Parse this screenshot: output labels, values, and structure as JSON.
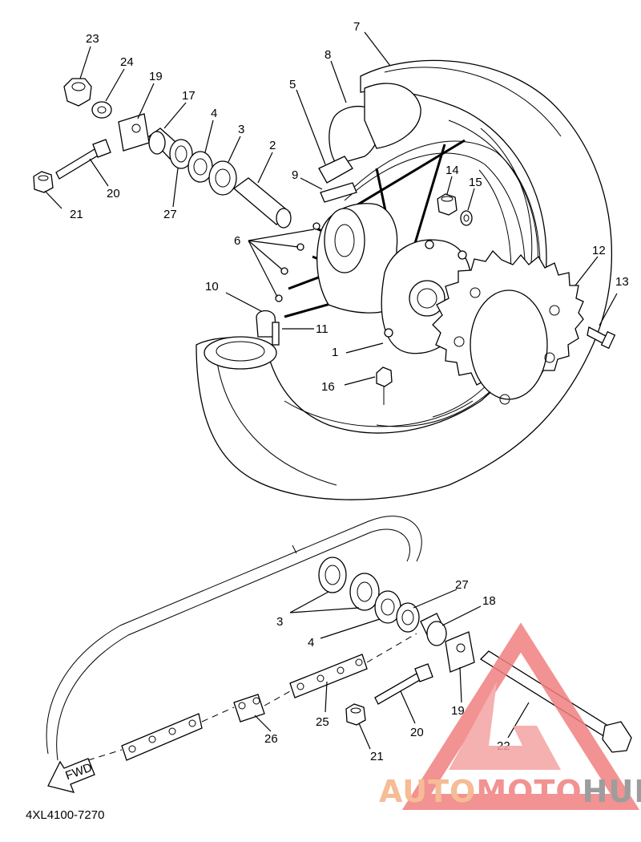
{
  "diagram_code": "4XL4100-7270",
  "fwd_label": "FWD",
  "watermark": {
    "part1": "AUTO",
    "part2": "MOTO",
    "part3": "HUB"
  },
  "callouts": [
    {
      "id": "c23",
      "text": "23"
    },
    {
      "id": "c24",
      "text": "24"
    },
    {
      "id": "c19a",
      "text": "19"
    },
    {
      "id": "c17",
      "text": "17"
    },
    {
      "id": "c4a",
      "text": "4"
    },
    {
      "id": "c3a",
      "text": "3"
    },
    {
      "id": "c2",
      "text": "2"
    },
    {
      "id": "c20a",
      "text": "20"
    },
    {
      "id": "c21a",
      "text": "21"
    },
    {
      "id": "c27a",
      "text": "27"
    },
    {
      "id": "c7",
      "text": "7"
    },
    {
      "id": "c8",
      "text": "8"
    },
    {
      "id": "c5",
      "text": "5"
    },
    {
      "id": "c9",
      "text": "9"
    },
    {
      "id": "c14",
      "text": "14"
    },
    {
      "id": "c15",
      "text": "15"
    },
    {
      "id": "c6",
      "text": "6"
    },
    {
      "id": "c12",
      "text": "12"
    },
    {
      "id": "c13",
      "text": "13"
    },
    {
      "id": "c10",
      "text": "10"
    },
    {
      "id": "c11",
      "text": "11"
    },
    {
      "id": "c1",
      "text": "1"
    },
    {
      "id": "c16",
      "text": "16"
    },
    {
      "id": "c27b",
      "text": "27"
    },
    {
      "id": "c18",
      "text": "18"
    },
    {
      "id": "c3b",
      "text": "3"
    },
    {
      "id": "c4b",
      "text": "4"
    },
    {
      "id": "c19b",
      "text": "19"
    },
    {
      "id": "c25",
      "text": "25"
    },
    {
      "id": "c26",
      "text": "26"
    },
    {
      "id": "c20b",
      "text": "20"
    },
    {
      "id": "c21b",
      "text": "21"
    },
    {
      "id": "c22",
      "text": "22"
    }
  ]
}
